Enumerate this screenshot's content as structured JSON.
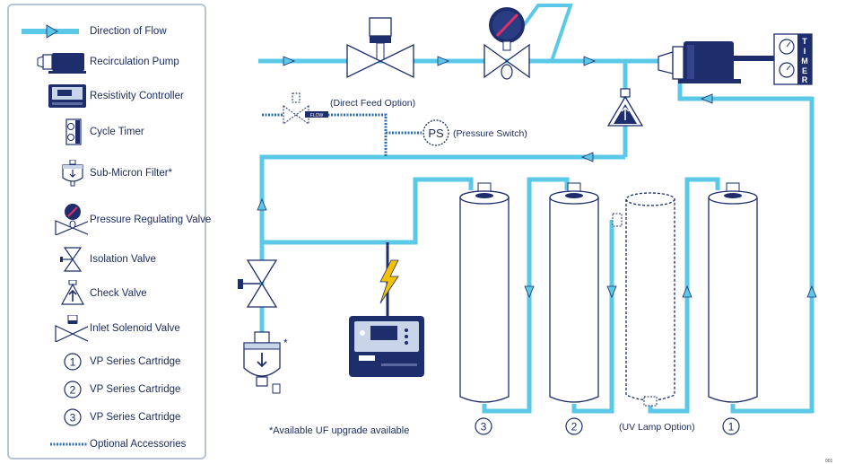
{
  "legend": {
    "items": [
      {
        "label": "Direction of Flow",
        "icon": "flow-arrow-icon"
      },
      {
        "label": "Recirculation Pump",
        "icon": "pump-icon"
      },
      {
        "label": "Resistivity Controller",
        "icon": "controller-icon"
      },
      {
        "label": "Cycle Timer",
        "icon": "timer-icon"
      },
      {
        "label": "Sub-Micron Filter*",
        "icon": "filter-icon"
      },
      {
        "label": "Pressure Regulating Valve",
        "icon": "pressure-valve-icon"
      },
      {
        "label": "Isolation Valve",
        "icon": "isolation-valve-icon"
      },
      {
        "label": "Check Valve",
        "icon": "check-valve-icon"
      },
      {
        "label": "Inlet Solenoid Valve",
        "icon": "solenoid-valve-icon"
      },
      {
        "label": "VP Series Cartridge",
        "icon": "cartridge-1-icon",
        "num": "1"
      },
      {
        "label": "VP Series Cartridge",
        "icon": "cartridge-2-icon",
        "num": "2"
      },
      {
        "label": "VP Series Cartridge",
        "icon": "cartridge-3-icon",
        "num": "3"
      },
      {
        "label": "Optional Accessories",
        "icon": "dotted-line-icon"
      }
    ]
  },
  "diagram": {
    "direct_feed_label": "(Direct Feed Option)",
    "pressure_switch_label": "(Pressure Switch)",
    "pressure_switch_abbr": "PS",
    "uv_lamp_label": "(UV Lamp Option)",
    "timer_label": "TIMER",
    "flow_tag": "FLOW",
    "uf_note": "*Available UF upgrade available",
    "filter_asterisk": "*",
    "cartridge_numbers": [
      "3",
      "2",
      "1"
    ],
    "corner_text": "001"
  },
  "colors": {
    "pipe": "#5bc8e8",
    "navy": "#1e2d6b",
    "bolt": "#f2c200",
    "gauge_needle": "#e0306a",
    "legend_border": "#b8c4d4"
  }
}
